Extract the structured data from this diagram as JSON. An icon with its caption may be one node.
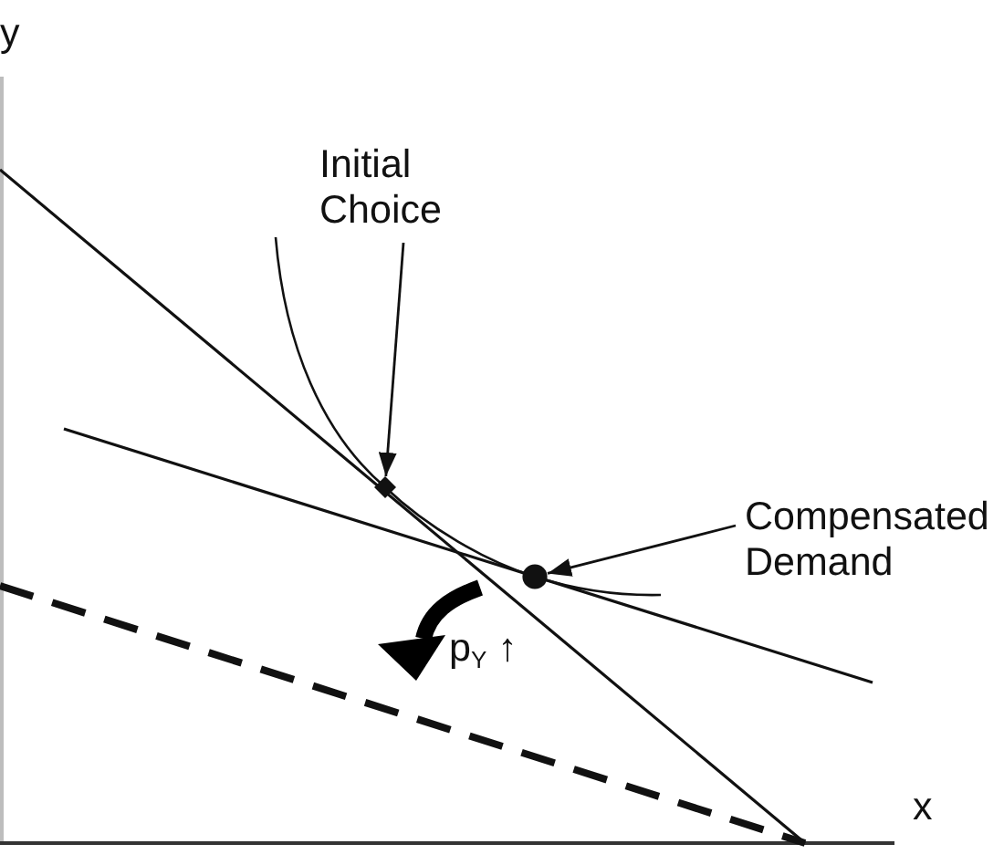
{
  "diagram": {
    "nodes": [
      {
        "text": [
          "Initial Choice"
        ]
      },
      {
        "text": [],
        "shape": "diamond"
      },
      {
        "text": [
          "Compensated Demand"
        ]
      },
      {
        "text": [],
        "shape": "circle"
      }
    ],
    "edges": [
      {
        "from": 0,
        "to": 1,
        "arrow": "to"
      },
      {
        "from": 2,
        "to": 3,
        "arrow": "to"
      }
    ],
    "labels": [
      "y",
      "p$_{Y}$ ↑",
      "x"
    ]
  }
}
